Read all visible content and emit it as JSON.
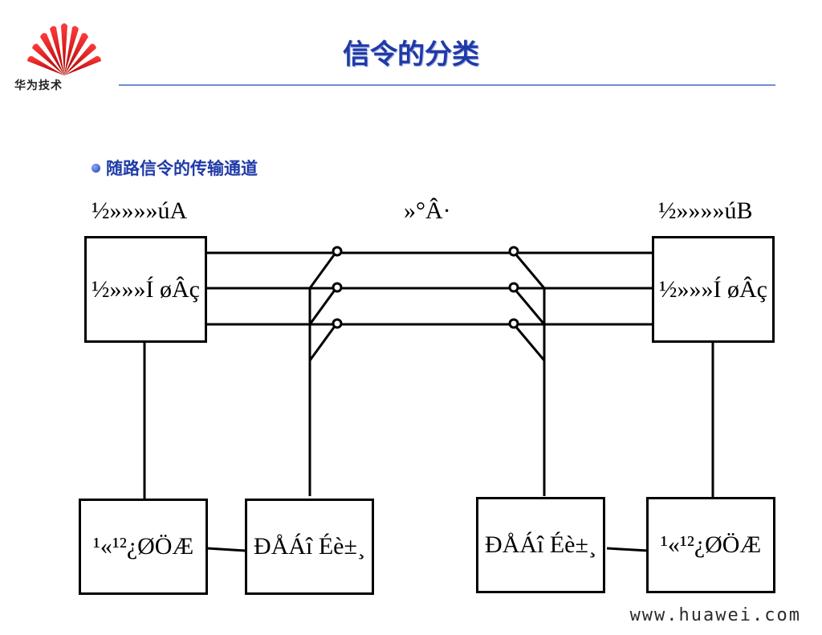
{
  "header": {
    "logo_text": "华为技术",
    "title": "信令的分类",
    "divider_color": "#6f8fd0"
  },
  "content": {
    "bullet": "随路信令的传输通道"
  },
  "diagram": {
    "exchange_a_label": "½»»»»úA",
    "network_label": "»°Â·",
    "exchange_b_label": "½»»»»úB",
    "switch_net_a": "½»»»Í øÂç",
    "switch_net_b": "½»»»Í øÂç",
    "control_a": "¹«¹²¿ØÖÆ",
    "signal_device_a": "ÐÅÁî Éè±¸",
    "signal_device_b": "ÐÅÁî Éè±¸",
    "control_b": "¹«¹²¿ØÖÆ"
  },
  "footer": {
    "website": "www.huawei.com"
  }
}
